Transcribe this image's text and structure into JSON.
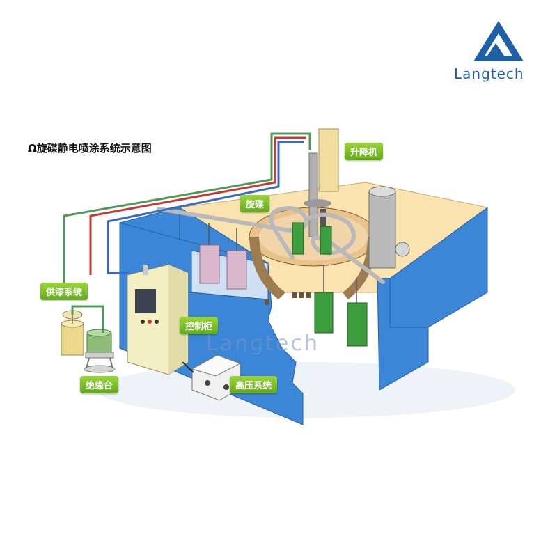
{
  "brand": {
    "name": "Langtech",
    "color": "#1f5fa8"
  },
  "title": "Ω旋碟静电喷涂系统示意图",
  "labels": {
    "lift": "升降机",
    "disk": "旋碟",
    "paint_supply": "供漆系统",
    "control_cabinet": "控制柜",
    "insulation_stand": "绝缘台",
    "high_voltage": "高压系统"
  },
  "watermark": "Langtech",
  "colors": {
    "booth_wall": "#3b86d6",
    "booth_interior": "#fbe3b0",
    "label_green": "#7cc02a",
    "workpiece_green": "#3c9e3c",
    "workpiece_pink": "#d9b8cf",
    "cabinet": "#f4efc2"
  }
}
